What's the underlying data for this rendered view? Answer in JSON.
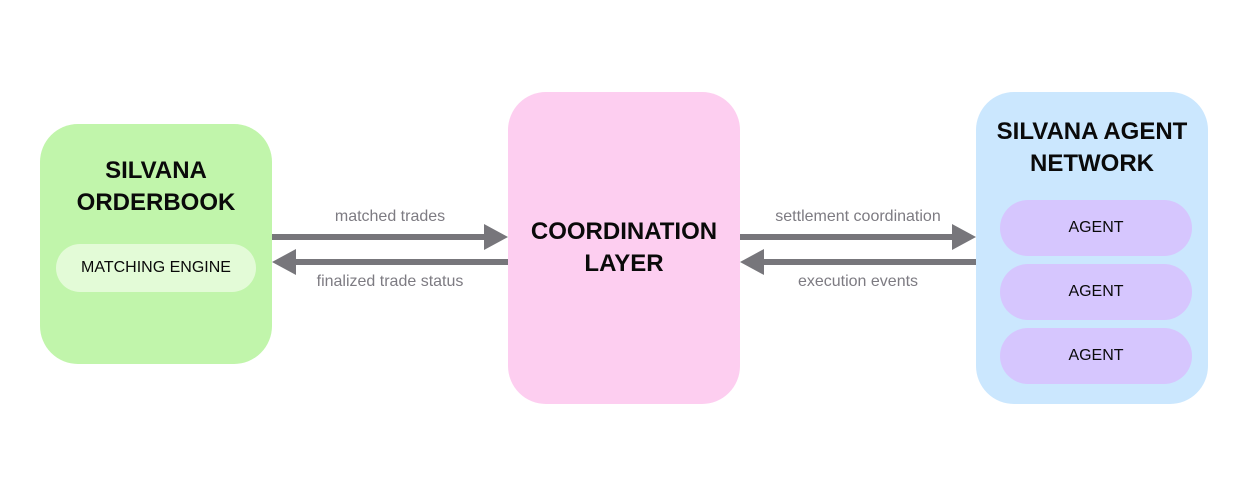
{
  "nodes": {
    "orderbook": {
      "title_lines": [
        "SILVANA",
        "ORDERBOOK"
      ],
      "component": "MATCHING ENGINE",
      "color": "#c1f5ab"
    },
    "coordination": {
      "title_lines": [
        "COORDINATION",
        "LAYER"
      ],
      "color": "#fdcef0"
    },
    "agent_network": {
      "title_lines": [
        "SILVANA AGENT",
        "NETWORK"
      ],
      "agents": [
        "AGENT",
        "AGENT",
        "AGENT"
      ],
      "color": "#cbe7fe",
      "agent_color": "#d6c6fe"
    }
  },
  "edges": [
    {
      "from": "orderbook",
      "to": "coordination",
      "label": "matched trades"
    },
    {
      "from": "coordination",
      "to": "orderbook",
      "label": "finalized trade status"
    },
    {
      "from": "coordination",
      "to": "agent_network",
      "label": "settlement coordination"
    },
    {
      "from": "agent_network",
      "to": "coordination",
      "label": "execution events"
    }
  ],
  "arrow_color": "#77767b"
}
